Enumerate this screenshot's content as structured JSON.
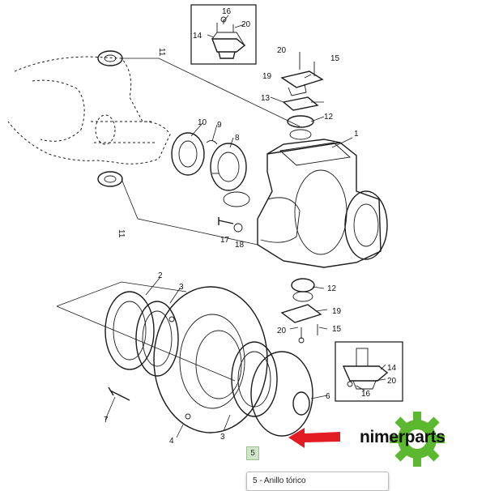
{
  "callouts": {
    "c1": "1",
    "c2": "2",
    "c3a": "3",
    "c3b": "3",
    "c4": "4",
    "c5": "5",
    "c6": "6",
    "c7": "7",
    "c8": "8",
    "c9": "9",
    "c10": "10",
    "c11a": "11",
    "c11b": "11",
    "c12a": "12",
    "c12b": "12",
    "c13": "13",
    "c14a": "14",
    "c14b": "14",
    "c15a": "15",
    "c15b": "15",
    "c16a": "16",
    "c16b": "16",
    "c17": "17",
    "c18": "18",
    "c19a": "19",
    "c19b": "19",
    "c20a": "20",
    "c20b": "20",
    "c20c": "20"
  },
  "highlight": {
    "part_number": "5"
  },
  "caption": {
    "text": "5 - Anillo tórico"
  },
  "brand": {
    "logo_text": "nimerparts"
  },
  "colors": {
    "arrow": "#e31b23",
    "logo_gear": "#5cb82e",
    "highlight_bg": "#cfe6c8"
  },
  "icons": {
    "arrow": "arrow-left-icon",
    "logo": "gear-logo-icon"
  }
}
